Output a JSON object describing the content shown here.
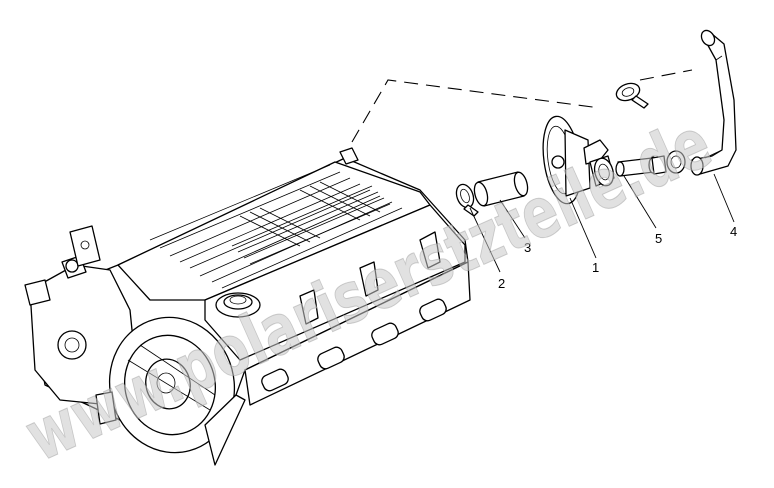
{
  "watermark": "www.polariserstzteile.de",
  "callouts": {
    "c1": "1",
    "c2": "2",
    "c3": "3",
    "c4": "4",
    "c5": "5"
  }
}
